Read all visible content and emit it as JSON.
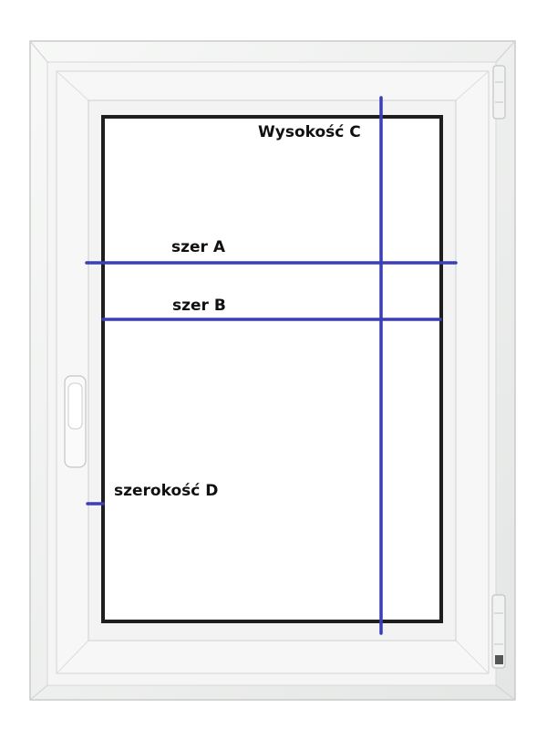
{
  "labels": {
    "height_c": "Wysokość  C",
    "width_a": "szer A",
    "width_b": "szer B",
    "width_d": "szerokość D"
  },
  "colors": {
    "measure_line": "#3b3fb4",
    "frame": "#f1f3f2",
    "glass": "#ffffff",
    "seal": "#1e1e1e"
  }
}
